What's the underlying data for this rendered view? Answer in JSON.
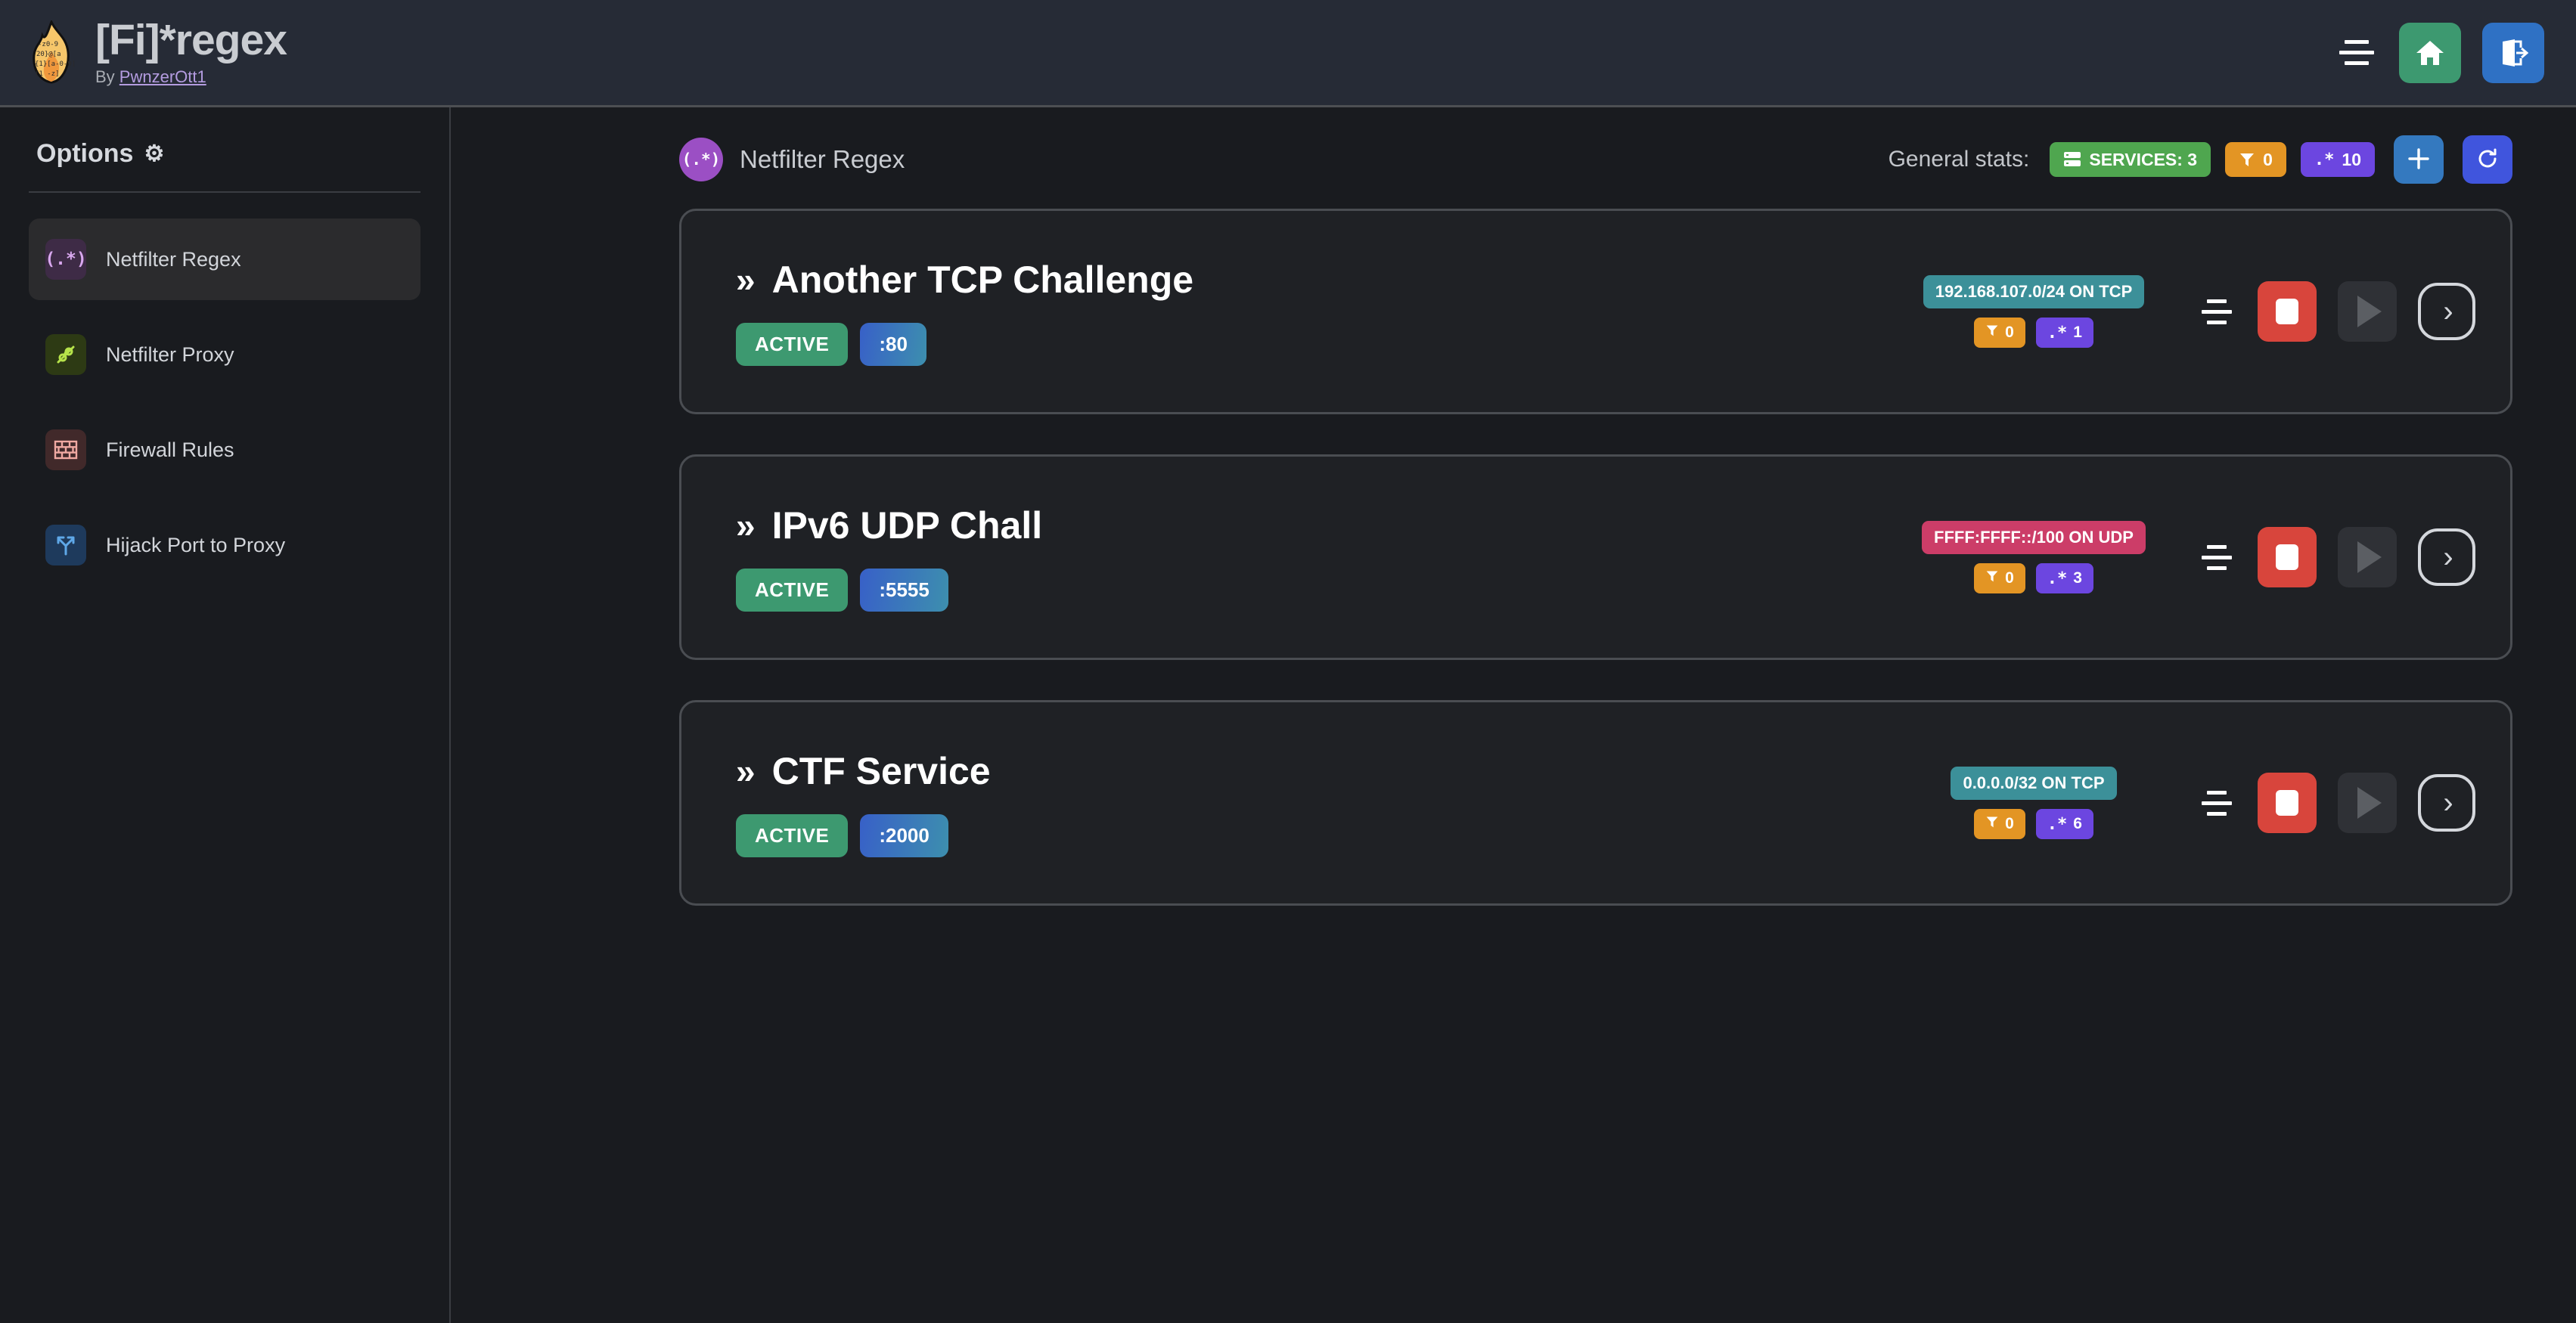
{
  "header": {
    "title": "[Fi]*regex",
    "by_prefix": "By ",
    "author": "PwnzerOtt1",
    "logo_icon": "flame-regex-logo",
    "menu_icon": "menu-lines-icon",
    "home_icon": "home-icon",
    "logout_icon": "logout-icon",
    "bg_color": "#262b36"
  },
  "sidebar": {
    "heading": "Options",
    "gear_icon": "⚙",
    "items": [
      {
        "label": "Netfilter Regex",
        "icon": "regex-icon",
        "icon_text": "(.*)",
        "active": true,
        "icon_bg": "#3e2b46"
      },
      {
        "label": "Netfilter Proxy",
        "icon": "plug-icon",
        "icon_text": "",
        "active": false,
        "icon_bg": "#2d3a14"
      },
      {
        "label": "Firewall Rules",
        "icon": "brick-wall-icon",
        "icon_text": "",
        "active": false,
        "icon_bg": "#41292a"
      },
      {
        "label": "Hijack Port to Proxy",
        "icon": "arrows-split-icon",
        "icon_text": "",
        "active": false,
        "icon_bg": "#1e3a5c"
      }
    ]
  },
  "main": {
    "page_icon": "regex-icon",
    "page_icon_text": "(.*)",
    "page_title": "Netfilter Regex",
    "stats_label": "General stats:",
    "stats": [
      {
        "name": "services-badge",
        "icon": "server-icon",
        "text": "SERVICES: 3",
        "color": "#4fa64f"
      },
      {
        "name": "filters-badge",
        "icon": "filter-icon",
        "text": "0",
        "color": "#e39524"
      },
      {
        "name": "regex-badge",
        "icon": "regex-star-icon",
        "text": "10",
        "color": "#6c46e0"
      }
    ],
    "add_button": {
      "label": "+",
      "icon": "plus-icon",
      "color": "#3479bf"
    },
    "refresh_button": {
      "label": "⟳",
      "icon": "refresh-icon",
      "color": "#4055dd"
    }
  },
  "services": [
    {
      "chevron": "»",
      "title": "Another TCP Challenge",
      "status": "ACTIVE",
      "port": ":80",
      "network": "192.168.107.0/24 ON TCP",
      "network_type": "tcp",
      "filters": "0",
      "regexes": "1",
      "menu_icon": "hamburger-icon",
      "stop_icon": "stop-icon",
      "play_icon": "play-icon",
      "detail_icon": "chevron-right-icon"
    },
    {
      "chevron": "»",
      "title": "IPv6 UDP Chall",
      "status": "ACTIVE",
      "port": ":5555",
      "network": "FFFF:FFFF::/100 ON UDP",
      "network_type": "udp",
      "filters": "0",
      "regexes": "3",
      "menu_icon": "hamburger-icon",
      "stop_icon": "stop-icon",
      "play_icon": "play-icon",
      "detail_icon": "chevron-right-icon"
    },
    {
      "chevron": "»",
      "title": "CTF Service",
      "status": "ACTIVE",
      "port": ":2000",
      "network": "0.0.0.0/32 ON TCP",
      "network_type": "tcp",
      "filters": "0",
      "regexes": "6",
      "menu_icon": "hamburger-icon",
      "stop_icon": "stop-icon",
      "play_icon": "play-icon",
      "detail_icon": "chevron-right-icon"
    }
  ],
  "colors": {
    "page_bg": "#191b1f",
    "card_bg": "#1f2125",
    "card_border": "#4a4d52",
    "accent_green": "#3d9970",
    "accent_red": "#d8453c",
    "accent_purple": "#6c46e0",
    "accent_orange": "#e39524",
    "accent_teal": "#3c9099",
    "accent_pink": "#cc3d68"
  }
}
